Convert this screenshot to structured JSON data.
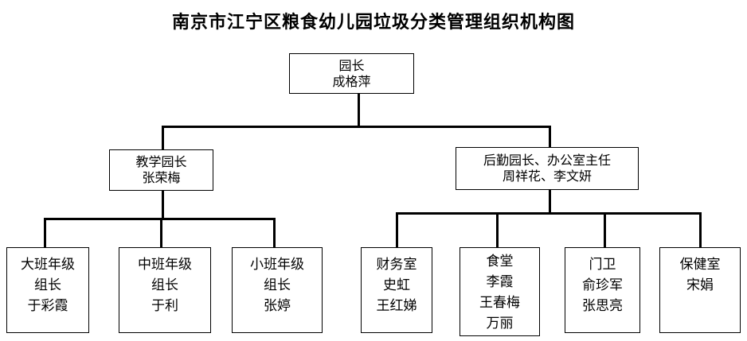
{
  "title": "南京市江宁区粮食幼儿园垃圾分类管理组织机构图",
  "root": {
    "role": "园长",
    "names": [
      "成格萍"
    ]
  },
  "branches": [
    {
      "role": "教学园长",
      "names": [
        "张荣梅"
      ],
      "children": [
        {
          "lines": [
            "大班年级",
            "组长",
            "于彩霞"
          ]
        },
        {
          "lines": [
            "中班年级",
            "组长",
            "于利"
          ]
        },
        {
          "lines": [
            "小班年级",
            "组长",
            "张婷"
          ]
        }
      ]
    },
    {
      "role": "后勤园长、办公室主任",
      "names": [
        "周祥花、李文妍"
      ],
      "children": [
        {
          "lines": [
            "财务室",
            "史虹",
            "王红娣"
          ]
        },
        {
          "lines": [
            "食堂",
            "李霞",
            "王春梅",
            "万丽"
          ]
        },
        {
          "lines": [
            "门卫",
            "俞珍军",
            "张思亮"
          ]
        },
        {
          "lines": [
            "保健室",
            "宋娟"
          ]
        }
      ]
    }
  ]
}
